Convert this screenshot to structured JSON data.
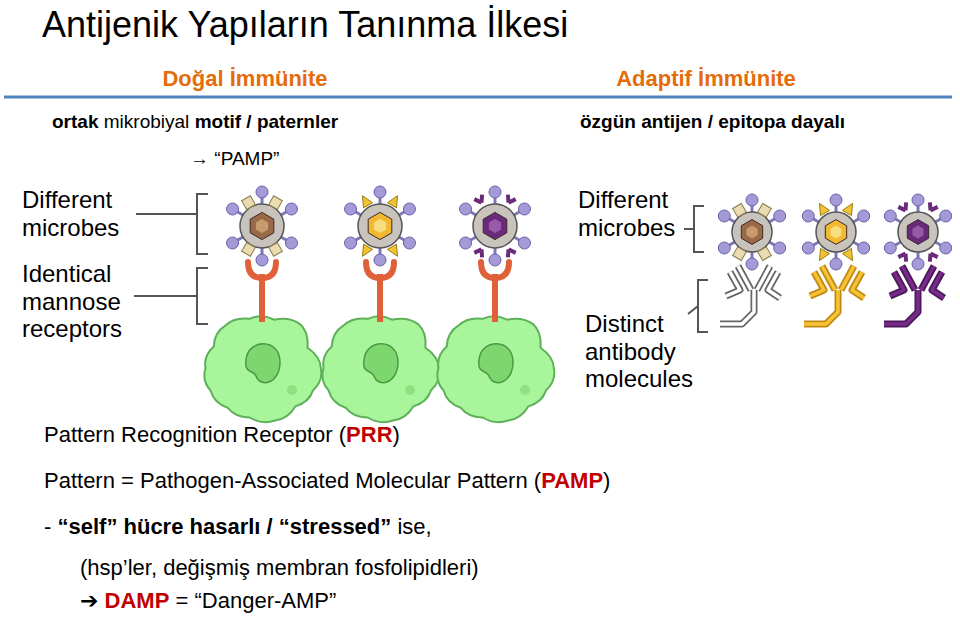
{
  "diagram": {
    "title": "Antijenik Yapıların Tanınma İlkesi",
    "labels": [
      "Doğal İmmünite",
      "Adaptif İmmünite",
      "ortak",
      "mikrobiyal",
      "motif / paternler",
      "özgün antijen / epitopa dayalı",
      "→",
      "“PAMP”",
      "Different microbes",
      "Identical mannose receptors",
      "Different microbes",
      "Distinct antibody molecules",
      "Pattern Recognition Receptor",
      "(",
      "PRR",
      ")",
      "Pattern = Pathogen-Associated Molecular Pattern",
      "(",
      "PAMP",
      ")",
      "-",
      "“self” hücre hasarlı / “stressed”",
      "ise,",
      "(hsp’ler, değişmiş membran fosfolipidleri)",
      "➔",
      "DAMP",
      "= “Danger-AMP”"
    ]
  }
}
